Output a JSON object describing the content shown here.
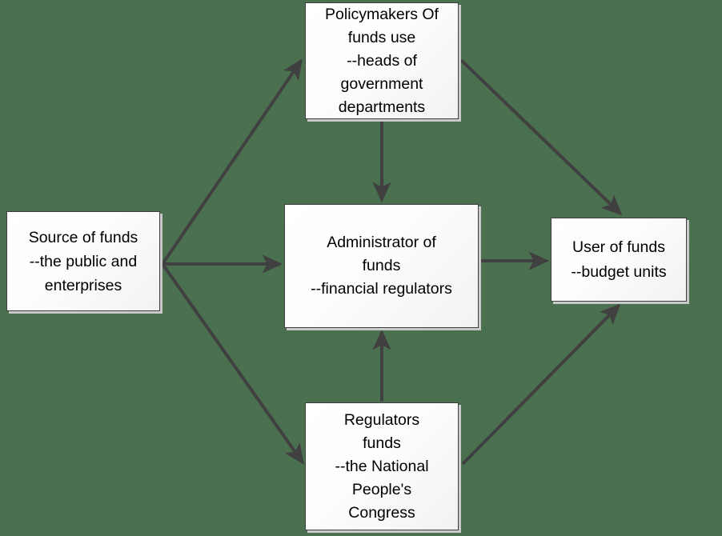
{
  "diagram": {
    "background_color": "#4a7050",
    "node_fill_color": "#fdfdfd",
    "node_border_color": "#3f3f3f",
    "arrow_color": "#404040",
    "nodes": [
      {
        "id": "policymakers",
        "label": "Policymakers Of\nfunds use\n--heads of\ngovernment\ndepartments"
      },
      {
        "id": "source",
        "label": "Source of funds\n--the public and\nenterprises"
      },
      {
        "id": "administrator",
        "label": "Administrator of\nfunds\n--financial regulators"
      },
      {
        "id": "user",
        "label": "User of funds\n--budget units"
      },
      {
        "id": "regulators",
        "label": "Regulators\nfunds\n--the National\nPeople's\nCongress"
      }
    ],
    "edges": [
      {
        "id": "source-to-policymakers",
        "from": "source",
        "to": "policymakers",
        "direction": "up-right"
      },
      {
        "id": "source-to-administrator",
        "from": "source",
        "to": "administrator",
        "direction": "right"
      },
      {
        "id": "source-to-regulators",
        "from": "source",
        "to": "regulators",
        "direction": "down-right"
      },
      {
        "id": "policymakers-to-administrator",
        "from": "policymakers",
        "to": "administrator",
        "direction": "down"
      },
      {
        "id": "policymakers-to-user",
        "from": "policymakers",
        "to": "user",
        "direction": "down-right"
      },
      {
        "id": "administrator-to-user",
        "from": "administrator",
        "to": "user",
        "direction": "right"
      },
      {
        "id": "regulators-to-administrator",
        "from": "regulators",
        "to": "administrator",
        "direction": "up"
      },
      {
        "id": "regulators-to-user",
        "from": "regulators",
        "to": "user",
        "direction": "up-right"
      }
    ]
  }
}
